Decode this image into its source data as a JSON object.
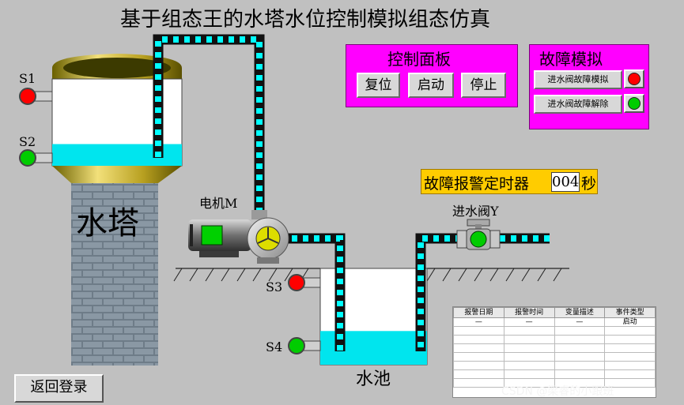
{
  "title": "基于组态王的水塔水位控制模拟组态仿真",
  "control_panel": {
    "title": "控制面板",
    "buttons": [
      "复位",
      "启动",
      "停止"
    ]
  },
  "fault_panel": {
    "title": "故障模拟",
    "buttons": [
      "进水阀故障模拟",
      "进水阀故障解除"
    ],
    "lamps": [
      "#ff0000",
      "#00cc00"
    ]
  },
  "timer": {
    "label": "故障报警定时器",
    "value": "004",
    "unit": "秒"
  },
  "labels": {
    "tower": "水塔",
    "pool": "水池",
    "motor": "电机M",
    "valve": "进水阀Y",
    "s1": "S1",
    "s2": "S2",
    "s3": "S3",
    "s4": "S4"
  },
  "sensor_colors": {
    "s1": "#ff0000",
    "s2": "#00cc00",
    "s3": "#ff0000",
    "s4": "#00cc00"
  },
  "levels": {
    "tower": 0.25,
    "pool": 0.35
  },
  "alarm_table": {
    "headers": [
      "报警日期",
      "报警时间",
      "变量描述",
      "事件类型"
    ],
    "rows": [
      [
        "—",
        "—",
        "—",
        "启动"
      ]
    ]
  },
  "back_button": "返回登录",
  "watermark": "CSDN @梁睿的小跟班"
}
